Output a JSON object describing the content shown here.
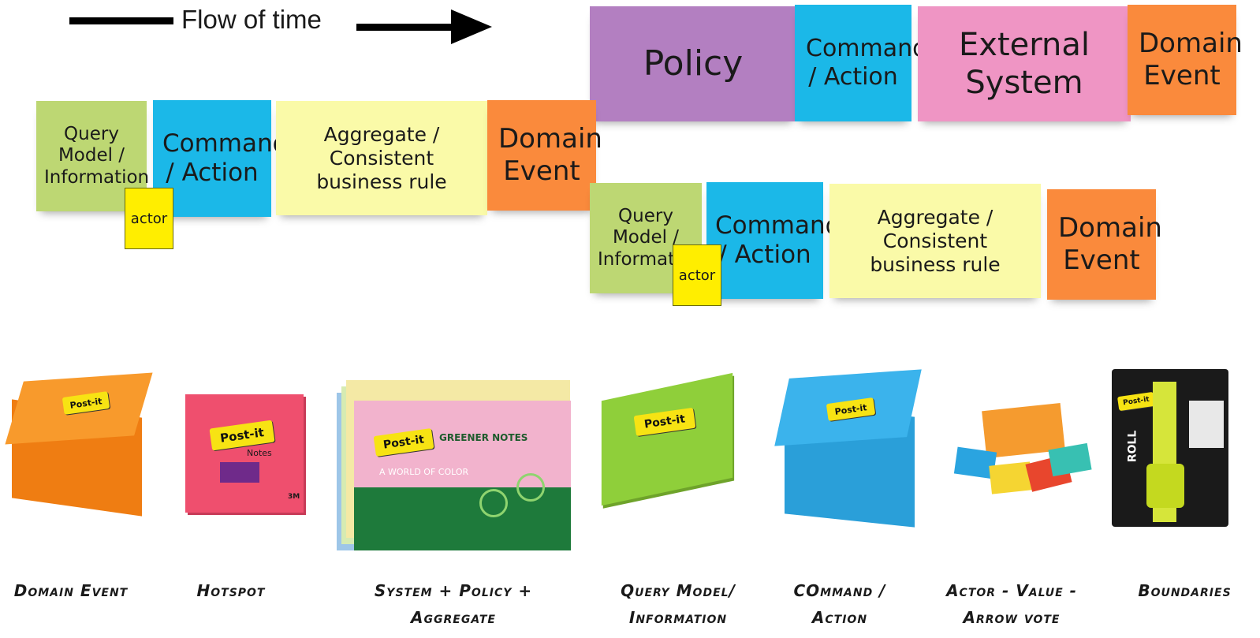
{
  "header": {
    "flow_label": "Flow of time"
  },
  "top_row": {
    "policy": "Policy",
    "command": "Command / Action",
    "external": "External System",
    "event": "Domain Event"
  },
  "flow_1": {
    "query": "Query Model / Information",
    "command": "Command / Action",
    "aggregate": "Aggregate / Consistent business rule",
    "event": "Domain Event",
    "actor": "actor"
  },
  "flow_2": {
    "query": "Query Model / Information",
    "command": "Command / Action",
    "aggregate": "Aggregate / Consistent business rule",
    "event": "Domain Event",
    "actor": "actor"
  },
  "legend": {
    "domain_event": "Domain Event",
    "hotspot": "Hotspot",
    "system_policy": "System + Policy + Aggregate",
    "query_model": "Query Model/ Information",
    "command": "COmmand / Action",
    "actor_value": "Actor - Value - Arrow vote",
    "boundaries": "Boundaries"
  },
  "products": {
    "postit_logo": "Post-it",
    "greener_notes": "GREENER NOTES",
    "world_of_color": "A WORLD OF COLOR",
    "notes": "Notes",
    "roll": "ROLL",
    "brand_3m": "3M"
  },
  "colors": {
    "purple": "#b37fc1",
    "blue": "#1bb8e8",
    "pink": "#ef95c4",
    "orange": "#fa8a3c",
    "green": "#bdd773",
    "yellow": "#fafaa8",
    "actor": "#ffee00"
  }
}
